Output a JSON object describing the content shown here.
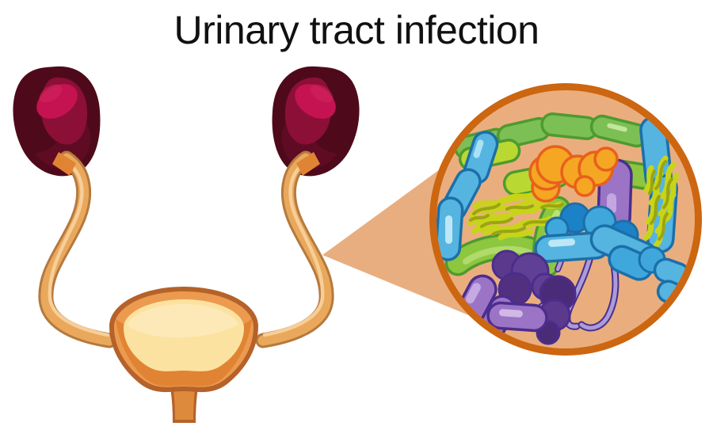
{
  "title": "Urinary tract infection",
  "illustration": {
    "type": "medical-anatomy-diagram",
    "subject": "urinary-tract-with-bacteria-magnification",
    "background_color": "#ffffff"
  },
  "palette": {
    "kidney_outline": "#3D0412",
    "kidney_dark": "#4E0A1B",
    "kidney_mid": "#8C0F38",
    "kidney_light": "#C41350",
    "ureter_outline": "#B5793E",
    "ureter_fill": "#E9A85C",
    "ureter_highlight": "#F7CE97",
    "bladder_outline": "#B5622A",
    "bladder_fill": "#EC9A4F",
    "bladder_shade": "#E08434",
    "bladder_inner": "#FCE2A0",
    "urethra_fill": "#DE8A3C",
    "magnifier_border": "#CC6611",
    "magnifier_interior": "#EAAE7E",
    "cone_fill": "#E8AE80",
    "green_fill": "#7CBF54",
    "green_stroke": "#4E9A2F",
    "green_light": "#A8D65A",
    "lime_fill": "#B9D832",
    "blue_fill": "#55B4E0",
    "blue_stroke": "#1C6FA8",
    "blue_dark": "#1C82C8",
    "blue_light": "#9FDCF2",
    "orange_fill": "#F5A623",
    "orange_stroke": "#E8601C",
    "purple_fill": "#9B74C6",
    "purple_stroke": "#4B2D8C",
    "purple_dark": "#5B3A8E",
    "purple_light": "#C9A8E2",
    "flagella": "#A99CD8",
    "filament_fill": "#C8D419",
    "filament_stroke": "#9BA510"
  },
  "parts": {
    "kidney_left": "left-kidney",
    "kidney_right": "right-kidney",
    "ureter_left": "left-ureter",
    "ureter_right": "right-ureter",
    "bladder": "urinary-bladder",
    "urethra": "urethra",
    "magnifier": "magnified-bacteria-circle",
    "cone": "magnifier-cone"
  },
  "microbes": {
    "green_rods": 8,
    "blue_rods": 9,
    "orange_cocci": 7,
    "purple_cocci": 7,
    "purple_rods": 3,
    "filament_clusters": 2,
    "flagellated_cells": 3
  }
}
